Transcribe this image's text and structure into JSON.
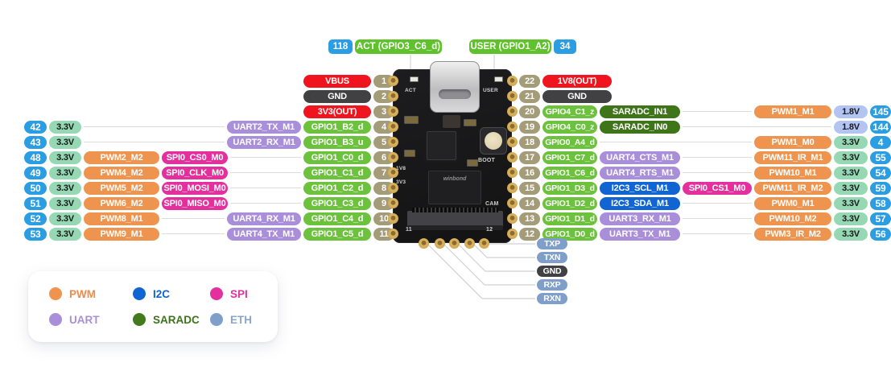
{
  "colors": {
    "pwm": "#ef944f",
    "i2c": "#1165d3",
    "spi": "#e3309c",
    "uart": "#a98fd9",
    "saradc": "#3f7519",
    "eth": "#7f9fca",
    "gpio": "#6cc23c",
    "power_red": "#f0141e",
    "gnd": "#414144",
    "pin_number": "#a49b78",
    "blue_number": "#2b9de3",
    "volt_3v3": "#97d8b4",
    "volt_1v8": "#b3c4f2",
    "top_green": "#5fc22d"
  },
  "top": {
    "act_num": "118",
    "act_label": "ACT (GPIO3_C6_d)",
    "user_label": "USER (GPIO1_A2)",
    "user_num": "34"
  },
  "left_rows": [
    {
      "pin": "1",
      "label": "VBUS"
    },
    {
      "pin": "2",
      "label": "GND"
    },
    {
      "pin": "3",
      "label": "3V3(OUT)"
    },
    {
      "pin": "4",
      "label": "GPIO1_B2_d",
      "uart": "UART2_TX_M1",
      "num": "42",
      "volt": "3.3V"
    },
    {
      "pin": "5",
      "label": "GPIO1_B3_u",
      "uart": "UART2_RX_M1",
      "num": "43",
      "volt": "3.3V"
    },
    {
      "pin": "6",
      "label": "GPIO1_C0_d",
      "spi": "SPI0_CS0_M0",
      "pwm": "PWM2_M2",
      "num": "48",
      "volt": "3.3V"
    },
    {
      "pin": "7",
      "label": "GPIO1_C1_d",
      "spi": "SPI0_CLK_M0",
      "pwm": "PWM4_M2",
      "num": "49",
      "volt": "3.3V"
    },
    {
      "pin": "8",
      "label": "GPIO1_C2_d",
      "spi": "SPI0_MOSI_M0",
      "pwm": "PWM5_M2",
      "num": "50",
      "volt": "3.3V"
    },
    {
      "pin": "9",
      "label": "GPIO1_C3_d",
      "spi": "SPI0_MISO_M0",
      "pwm": "PWM6_M2",
      "num": "51",
      "volt": "3.3V"
    },
    {
      "pin": "10",
      "label": "GPIO1_C4_d",
      "uart": "UART4_RX_M1",
      "pwm": "PWM8_M1",
      "num": "52",
      "volt": "3.3V"
    },
    {
      "pin": "11",
      "label": "GPIO1_C5_d",
      "uart": "UART4_TX_M1",
      "pwm": "PWM9_M1",
      "num": "53",
      "volt": "3.3V"
    }
  ],
  "right_rows": [
    {
      "pin": "22",
      "label": "1V8(OUT)"
    },
    {
      "pin": "21",
      "label": "GND"
    },
    {
      "pin": "20",
      "label": "GPIO4_C1_z",
      "saradc": "SARADC_IN1",
      "pwm": "PWM1_M1",
      "volt": "1.8V",
      "num": "145"
    },
    {
      "pin": "19",
      "label": "GPIO4_C0_z",
      "saradc": "SARADC_IN0",
      "volt": "1.8V",
      "num": "144"
    },
    {
      "pin": "18",
      "label": "GPIO0_A4_d",
      "pwm": "PWM1_M0",
      "volt": "3.3V",
      "num": "4"
    },
    {
      "pin": "17",
      "label": "GPIO1_C7_d",
      "uart": "UART4_CTS_M1",
      "pwm": "PWM11_IR_M1",
      "volt": "3.3V",
      "num": "55"
    },
    {
      "pin": "16",
      "label": "GPIO1_C6_d",
      "uart": "UART4_RTS_M1",
      "pwm": "PWM10_M1",
      "volt": "3.3V",
      "num": "54"
    },
    {
      "pin": "15",
      "label": "GPIO1_D3_d",
      "i2c": "I2C3_SCL_M1",
      "spi": "SPI0_CS1_M0",
      "pwm": "PWM11_IR_M2",
      "volt": "3.3V",
      "num": "59"
    },
    {
      "pin": "14",
      "label": "GPIO1_D2_d",
      "i2c": "I2C3_SDA_M1",
      "pwm": "PWM0_M1",
      "volt": "3.3V",
      "num": "58"
    },
    {
      "pin": "13",
      "label": "GPIO1_D1_d",
      "uart": "UART3_RX_M1",
      "pwm": "PWM10_M2",
      "volt": "3.3V",
      "num": "57"
    },
    {
      "pin": "12",
      "label": "GPIO1_D0_d",
      "uart": "UART3_TX_M1",
      "pwm": "PWM3_IR_M2",
      "volt": "3.3V",
      "num": "56"
    }
  ],
  "eth_pins": [
    "TXP",
    "TXN",
    "GND",
    "RXP",
    "RXN"
  ],
  "legend": {
    "items": [
      {
        "label": "PWM"
      },
      {
        "label": "I2C"
      },
      {
        "label": "SPI"
      },
      {
        "label": "UART"
      },
      {
        "label": "SARADC"
      },
      {
        "label": "ETH"
      }
    ]
  },
  "board_silkscreen": {
    "act": "ACT",
    "user": "USER",
    "boot": "BOOT",
    "cam": "CAM",
    "v18": "1V8",
    "v33": "3V3",
    "pin11": "11",
    "pin12": "12",
    "flash": "winbond"
  }
}
